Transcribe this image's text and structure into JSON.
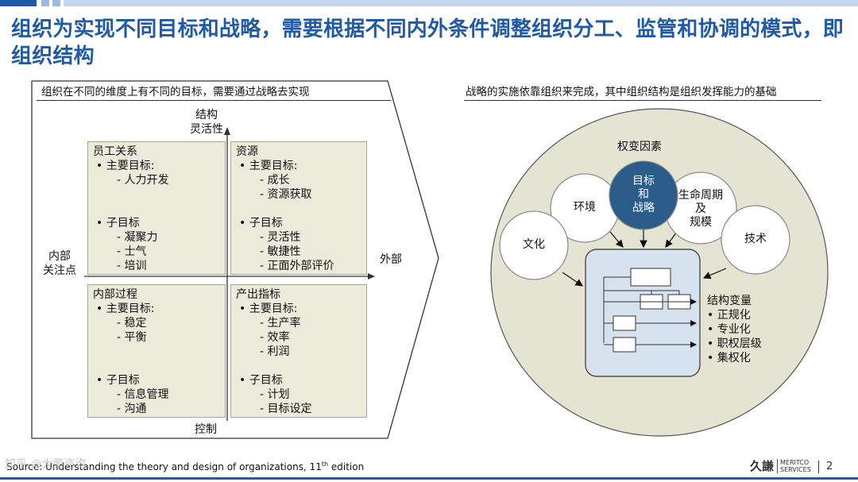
{
  "title": "组织为实现不同目标和战略，需要根据不同内外条件调整组织分工、监管和协调的模式，即组织结构",
  "left_panel": {
    "header": "组织在不同的维度上有不同的目标，需要通过战略去实现",
    "axis_top": [
      "结构",
      "灵活性"
    ],
    "axis_left": [
      "内部",
      "关注点"
    ],
    "axis_right": "外部",
    "axis_bottom": "控制",
    "quadrants": {
      "top_left": {
        "title": "员工关系",
        "main_label": "•  主要目标:",
        "main_items": [
          "-  人力开发"
        ],
        "sub_label": "•  子目标",
        "sub_items": [
          "-  凝聚力",
          "-  士气",
          "-  培训"
        ]
      },
      "top_right": {
        "title": "资源",
        "main_label": "•  主要目标:",
        "main_items": [
          "-  成长",
          "-  资源获取"
        ],
        "sub_label": "•  子目标",
        "sub_items": [
          "-  灵活性",
          "-  敏捷性",
          "-  正面外部评价"
        ]
      },
      "bottom_left": {
        "title": "内部过程",
        "main_label": "•  主要目标:",
        "main_items": [
          "-  稳定",
          "-  平衡"
        ],
        "sub_label": "•  子目标",
        "sub_items": [
          "-  信息管理",
          "-  沟通"
        ]
      },
      "bottom_right": {
        "title": "产出指标",
        "main_label": "•  主要目标:",
        "main_items": [
          "-  生产率",
          "-  效率",
          "-  利润"
        ],
        "sub_label": "•  子目标",
        "sub_items": [
          "-  计划",
          "-  目标设定"
        ]
      }
    }
  },
  "right_panel": {
    "header": "战略的实施依靠组织来完成，其中组织结构是组织发挥能力的基础",
    "outer_label": "权变因素",
    "circles": {
      "goal": [
        "目标",
        "和",
        "战略"
      ],
      "env": "环境",
      "lifecycle": [
        "生命周期",
        "及",
        "规模"
      ],
      "culture": "文化",
      "tech": "技术"
    },
    "structure_title": "结构变量",
    "structure_items": [
      "•  正规化",
      "•  专业化",
      "•  职权层级",
      "•  集权化"
    ]
  },
  "footer": {
    "source_prefix": "Source: Understanding the theory and design of organizations, 11",
    "source_sup": "th",
    "source_suffix": " edition",
    "logo_cn": "久謙",
    "logo_en_1": "MERITCO",
    "logo_en_2": "SERVICES",
    "page": "2",
    "watermark": "知乎 @大鹏咨询"
  },
  "colors": {
    "title_blue": "#1f5aa6",
    "quad_fill": "#ebebdc",
    "big_circle": "#e4e4d2",
    "goal_circle": "#2c5c8a",
    "structure_box": "#d6e2ee"
  }
}
